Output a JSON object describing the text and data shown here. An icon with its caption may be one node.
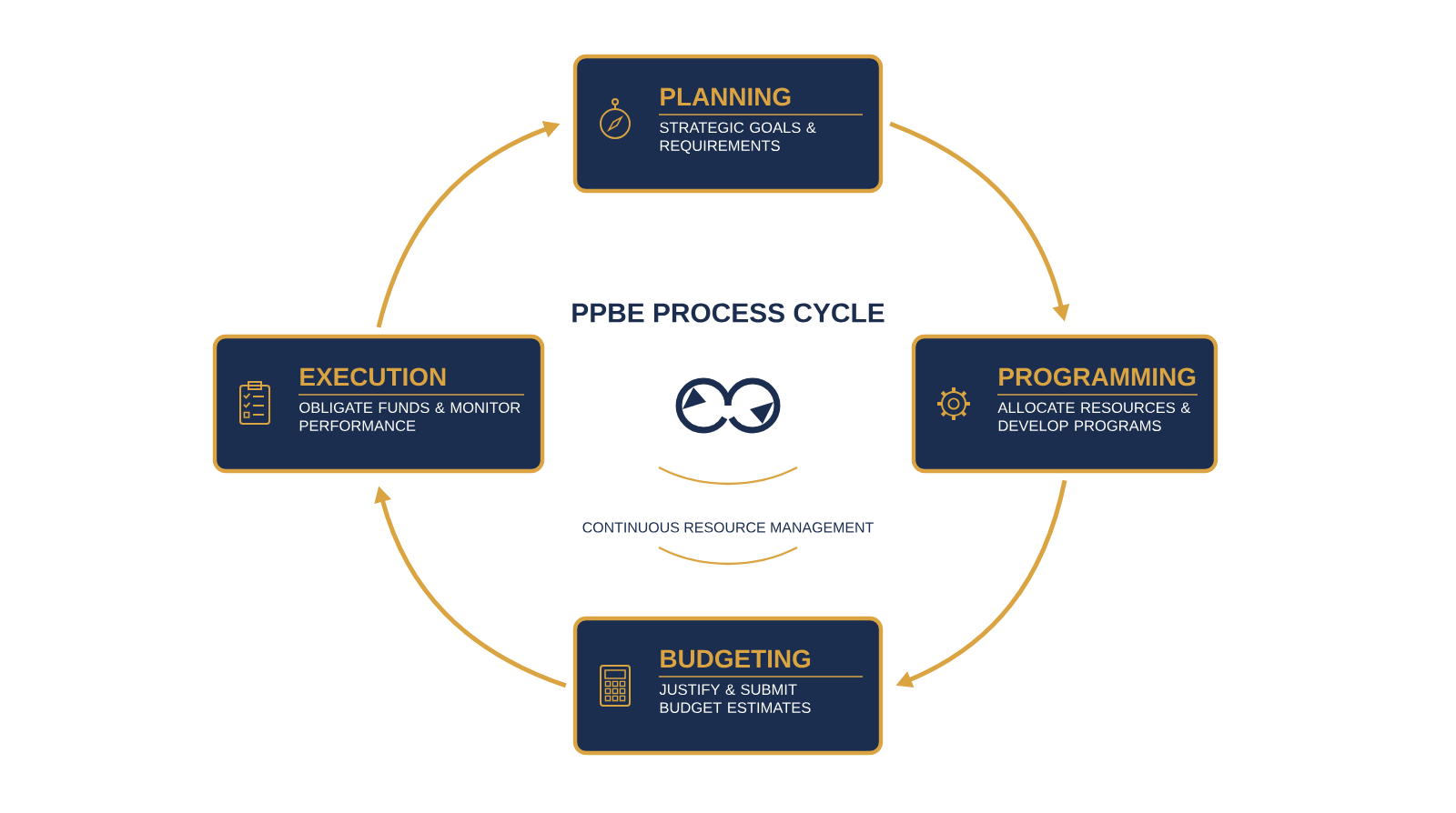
{
  "diagram": {
    "title": "PPBE PROCESS CYCLE",
    "caption": "CONTINUOUS RESOURCE MANAGEMENT",
    "nodes": [
      {
        "text": [
          "PLANNING",
          "STRATEGIC GOALS & REQUIREMENTS"
        ]
      },
      {
        "text": [
          "PROGRAMMING",
          "ALLOCATE RESOURCES & DEVELOP PROGRAMS"
        ]
      },
      {
        "text": [
          "BUDGETING",
          "JUSTIFY & SUBMIT BUDGET ESTIMATES"
        ]
      },
      {
        "text": [
          "EXECUTION",
          "OBLIGATE FUNDS & MONITOR PERFORMANCE"
        ]
      }
    ],
    "edges": [
      {
        "from": 0,
        "to": 1,
        "arrow": "to"
      },
      {
        "from": 1,
        "to": 2,
        "arrow": "to"
      },
      {
        "from": 2,
        "to": 3,
        "arrow": "to"
      },
      {
        "from": 3,
        "to": 0,
        "arrow": "to"
      }
    ]
  }
}
